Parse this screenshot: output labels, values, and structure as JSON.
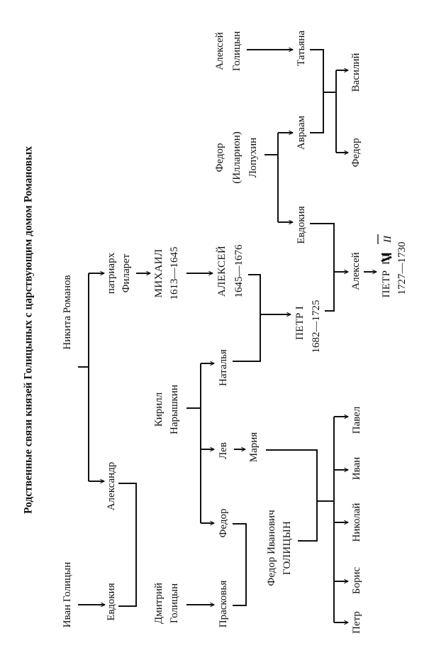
{
  "title": "Родственные связи князей Голицыных с царствующим домом Романовых",
  "people": {
    "nikita_romanov": "Никита Романов",
    "ivan_golitsyn": "Иван Голицын",
    "evdokiya_golitsyna": "Евдокия",
    "aleksandr": "Александр",
    "filaret_line1": "патриарх",
    "filaret_line2": "Филарет",
    "mikhail_name": "МИХАИЛ",
    "mikhail_years": "1613—1645",
    "aleksey_tsar_name": "АЛЕКСЕЙ",
    "aleksey_tsar_years": "1645—1676",
    "kirill_line1": "Кирилл",
    "kirill_line2": "Нарышкин",
    "dmitriy_line1": "Дмитрий",
    "dmitriy_line2": "Голицын",
    "praskovya": "Прасковья",
    "fedor_naryshkin": "Федор",
    "lev": "Лев",
    "mariya": "Мария",
    "natalya": "Наталья",
    "fedor_ivanovich_line1": "Федор Иванович",
    "fedor_ivanovich_line2": "ГОЛИЦЫН",
    "sons": [
      "Петр",
      "Борис",
      "Николай",
      "Иван",
      "Павел"
    ],
    "petr1_name": "ПЕТР I",
    "petr1_years": "1682—1725",
    "evdokiya_lopukhina": "Евдокия",
    "aleksey_tsarevich": "Алексей",
    "petr2_name": "ПЕТР",
    "petr2_struck": "III",
    "petr2_correction": "II",
    "petr2_years": "1727—1730",
    "lopukhin_line1": "Федор",
    "lopukhin_line2": "(Илларион)",
    "lopukhin_line3": "Лопухин",
    "avraam": "Авраам",
    "tatyana": "Татьяна",
    "aleksey_golitsyn_line1": "Алексей",
    "aleksey_golitsyn_line2": "Голицын",
    "fedor_lopukhin_son": "Федор",
    "vasiliy": "Василий"
  }
}
